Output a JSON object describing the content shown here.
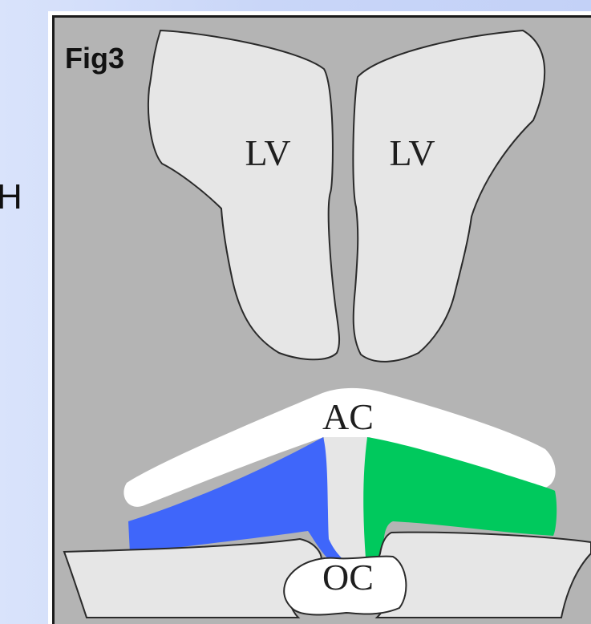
{
  "slide": {
    "side_letter": "H",
    "figure_label": "Fig3"
  },
  "regions": {
    "left_ventricle_label": "LV",
    "right_ventricle_label": "LV",
    "anterior_commissure_label": "AC",
    "optic_chiasm_label": "OC"
  },
  "colors": {
    "background": "#c9d6f8",
    "tissue": "#b4b4b4",
    "ventricle_fill": "#e6e6e6",
    "white_matter": "#ffffff",
    "left_structure": "#3f66fa",
    "right_structure": "#00c95d"
  }
}
